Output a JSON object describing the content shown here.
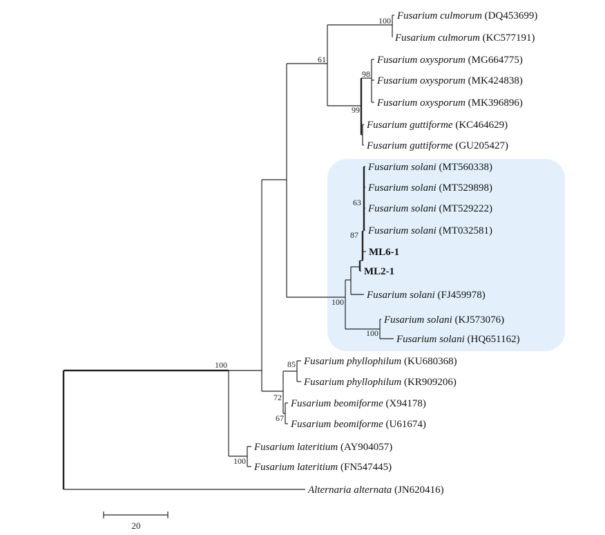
{
  "colors": {
    "highlight_fill": "#e3f0fc",
    "line": "#222222"
  },
  "taxa": [
    {
      "id": "t1",
      "species": "Fusarium culmorum",
      "acc": "(DQ453699)"
    },
    {
      "id": "t2",
      "species": "Fusarium culmorum",
      "acc": "(KC577191)"
    },
    {
      "id": "t3",
      "species": "Fusarium oxysporum",
      "acc": "(MG664775)"
    },
    {
      "id": "t4",
      "species": "Fusarium oxysporum",
      "acc": "(MK424838)"
    },
    {
      "id": "t5",
      "species": "Fusarium oxysporum",
      "acc": "(MK396896)"
    },
    {
      "id": "t6",
      "species": "Fusarium guttiforme",
      "acc": "(KC464629)"
    },
    {
      "id": "t7",
      "species": "Fusarium guttiforme",
      "acc": "(GU205427)"
    },
    {
      "id": "t8",
      "species": "Fusarium solani",
      "acc": "(MT560338)"
    },
    {
      "id": "t9",
      "species": "Fusarium solani",
      "acc": "(MT529898)"
    },
    {
      "id": "t10",
      "species": "Fusarium solani",
      "acc": "(MT529222)"
    },
    {
      "id": "t11",
      "species": "Fusarium solani",
      "acc": "(MT032581)"
    },
    {
      "id": "t12",
      "species": "",
      "acc": "ML6-1",
      "bold": true
    },
    {
      "id": "t13",
      "species": "",
      "acc": "ML2-1",
      "bold": true
    },
    {
      "id": "t14",
      "species": "Fusarium solani",
      "acc": "(FJ459978)"
    },
    {
      "id": "t15",
      "species": "Fusarium solani",
      "acc": "(KJ573076)"
    },
    {
      "id": "t16",
      "species": "Fusarium solani",
      "acc": "(HQ651162)"
    },
    {
      "id": "t17",
      "species": "Fusarium phyllophilum",
      "acc": "(KU680368)"
    },
    {
      "id": "t18",
      "species": "Fusarium phyllophilum",
      "acc": "(KR909206)"
    },
    {
      "id": "t19",
      "species": "Fusarium beomiforme",
      "acc": "(X94178)"
    },
    {
      "id": "t20",
      "species": "Fusarium beomiforme",
      "acc": "(U61674)"
    },
    {
      "id": "t21",
      "species": "Fusarium lateritium",
      "acc": "(AY904057)"
    },
    {
      "id": "t22",
      "species": "Fusarium lateritium",
      "acc": "(FN547445)"
    },
    {
      "id": "t23",
      "species": "Alternaria alternata",
      "acc": "(JN620416)"
    }
  ],
  "bootstrap": [
    {
      "id": "b1",
      "value": "100"
    },
    {
      "id": "b2",
      "value": "61"
    },
    {
      "id": "b3",
      "value": "98"
    },
    {
      "id": "b4",
      "value": "99"
    },
    {
      "id": "b5",
      "value": "63"
    },
    {
      "id": "b6",
      "value": "87"
    },
    {
      "id": "b7",
      "value": "100"
    },
    {
      "id": "b8",
      "value": "100"
    },
    {
      "id": "b9",
      "value": "100"
    },
    {
      "id": "b10",
      "value": "85"
    },
    {
      "id": "b11",
      "value": "72"
    },
    {
      "id": "b12",
      "value": "67"
    },
    {
      "id": "b13",
      "value": "100"
    }
  ],
  "scale_bar": {
    "label": "20"
  }
}
